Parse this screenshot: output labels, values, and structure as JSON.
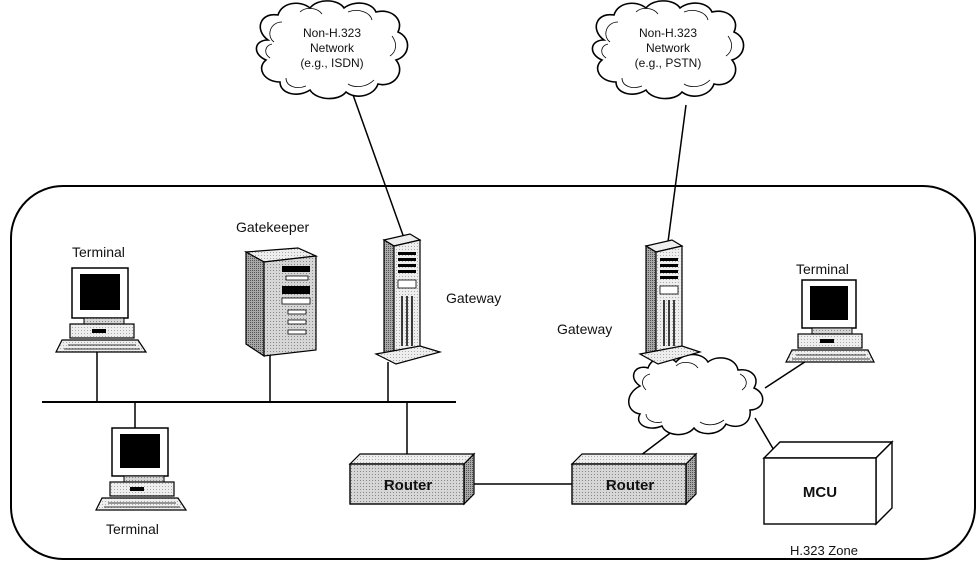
{
  "zone": {
    "label": "H.323 Zone"
  },
  "clouds": {
    "isdn": {
      "lines": [
        "Non-H.323",
        "Network",
        "(e.g., ISDN)"
      ]
    },
    "pstn": {
      "lines": [
        "Non-H.323",
        "Network",
        "(e.g., PSTN)"
      ]
    }
  },
  "nodes": {
    "gatekeeper": "Gatekeeper",
    "gateway_left": "Gateway",
    "gateway_right": "Gateway",
    "terminal_top_left": "Terminal",
    "terminal_bottom_left": "Terminal",
    "terminal_right": "Terminal",
    "router_left": "Router",
    "router_right": "Router",
    "mcu": "MCU"
  }
}
